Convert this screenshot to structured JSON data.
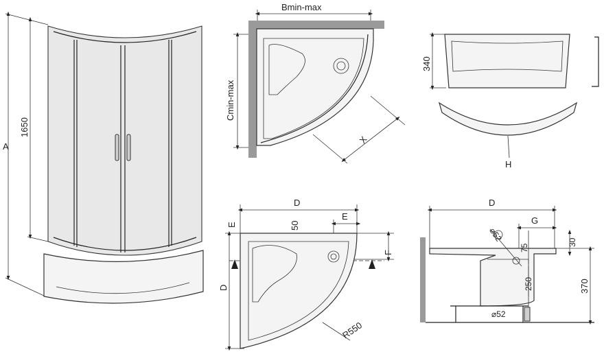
{
  "labels": {
    "A": "A",
    "height_1650": "1650",
    "bmin_max": "Bmin-max",
    "cmin_max": "Cmin-max",
    "x": "X",
    "h340": "340",
    "H": "H",
    "D_top": "D",
    "E_left": "E",
    "d50": "50",
    "E_right": "E",
    "F": "F",
    "D_left": "D",
    "r550": "R550",
    "D_side": "D",
    "G": "G",
    "dia52_top": "⌀52",
    "d75": "75",
    "d30": "30",
    "d250": "250",
    "d370": "370",
    "dia52_bottom": "⌀52"
  },
  "colors": {
    "line": "#222222",
    "wall": "#9a9a9a",
    "fill": "#f4f4f4"
  }
}
